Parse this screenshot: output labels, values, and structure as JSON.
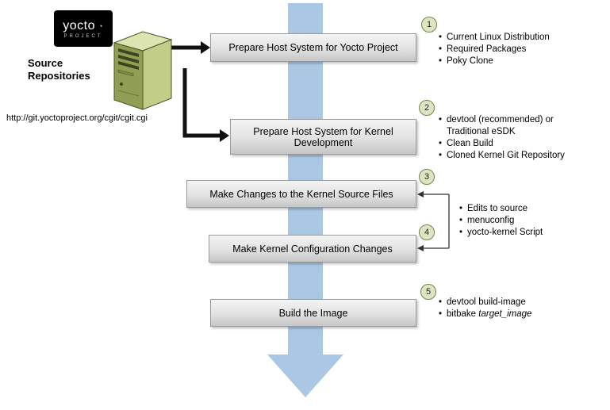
{
  "logo": {
    "brand": "yocto ·",
    "sub": "PROJECT"
  },
  "source": {
    "label": "Source Repositories",
    "url": "http://git.yoctoproject.org/cgit/cgit.cgi"
  },
  "steps": [
    {
      "num": "1",
      "label": "Prepare Host System for Yocto Project"
    },
    {
      "num": "2",
      "label": "Prepare Host System for Kernel Development"
    },
    {
      "num": "3",
      "label": "Make Changes to the Kernel Source Files"
    },
    {
      "num": "4",
      "label": "Make Kernel Configuration Changes"
    },
    {
      "num": "5",
      "label": "Build the Image"
    }
  ],
  "notes": {
    "step1": [
      "Current Linux Distribution",
      "Required Packages",
      "Poky Clone"
    ],
    "step2": [
      "devtool (recommended) or Traditional eSDK",
      "Clean Build",
      "Cloned Kernel Git Repository"
    ],
    "steps34": [
      "Edits to source",
      "menuconfig",
      "yocto-kernel Script"
    ],
    "step5": [
      "devtool build-image",
      {
        "prefix": "bitbake ",
        "italic": "target_image"
      }
    ]
  },
  "colors": {
    "flow_arrow_blue": "#aac7e3",
    "badge_fill": "#dde6c3",
    "badge_border": "#75854d",
    "box_gradient_top": "#f4f4f4",
    "box_gradient_bottom": "#c6c6c6",
    "server_front": "#8e9e52",
    "server_side": "#c2cd87",
    "server_top": "#dce4b2",
    "logo_bg": "#000000"
  }
}
